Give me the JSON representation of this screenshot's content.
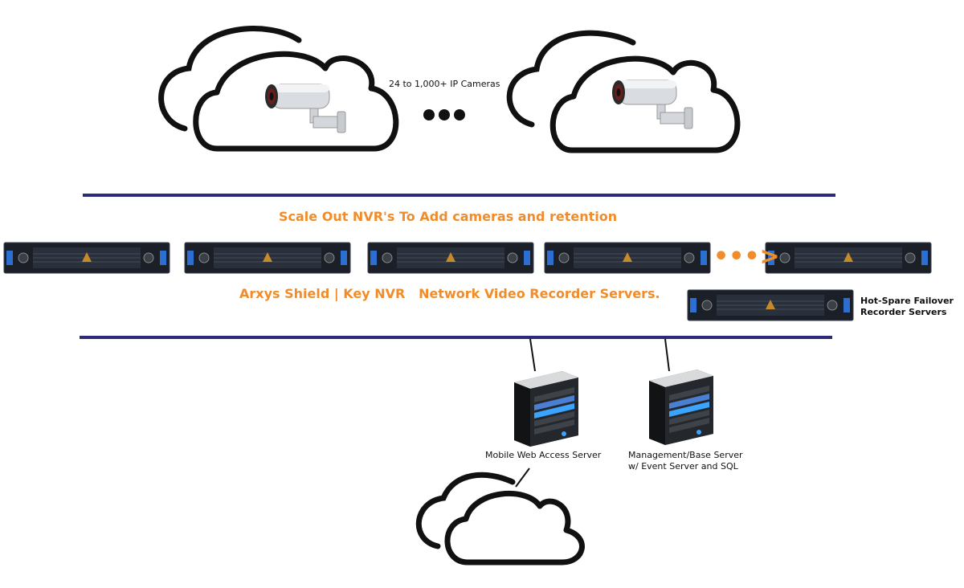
{
  "labels": {
    "ip_cameras": "24 to 1,000+ IP Cameras",
    "scale_out": "Scale Out NVR's To Add cameras and retention",
    "nvr_servers": "Arxys Shield | Key NVR   Network Video Recorder Servers.",
    "hot_spare_line1": "Hot-Spare Failover",
    "hot_spare_line2": "Recorder Servers",
    "mobile_server": "Mobile Web Access Server",
    "management_line1": "Management/Base Server",
    "management_line2": "w/ Event Server and SQL",
    "continuation_arrow": "•••>"
  },
  "colors": {
    "accent": "#f08c2a",
    "divider": "#2b2b7a",
    "outline": "#111111",
    "server_body": "#1a1f28",
    "status_blue": "#3aa4ff"
  },
  "icons": {
    "cloud": "cloud-icon",
    "camera": "security-camera-icon",
    "rack_server": "rack-server-icon",
    "tower_server": "tower-server-icon"
  }
}
